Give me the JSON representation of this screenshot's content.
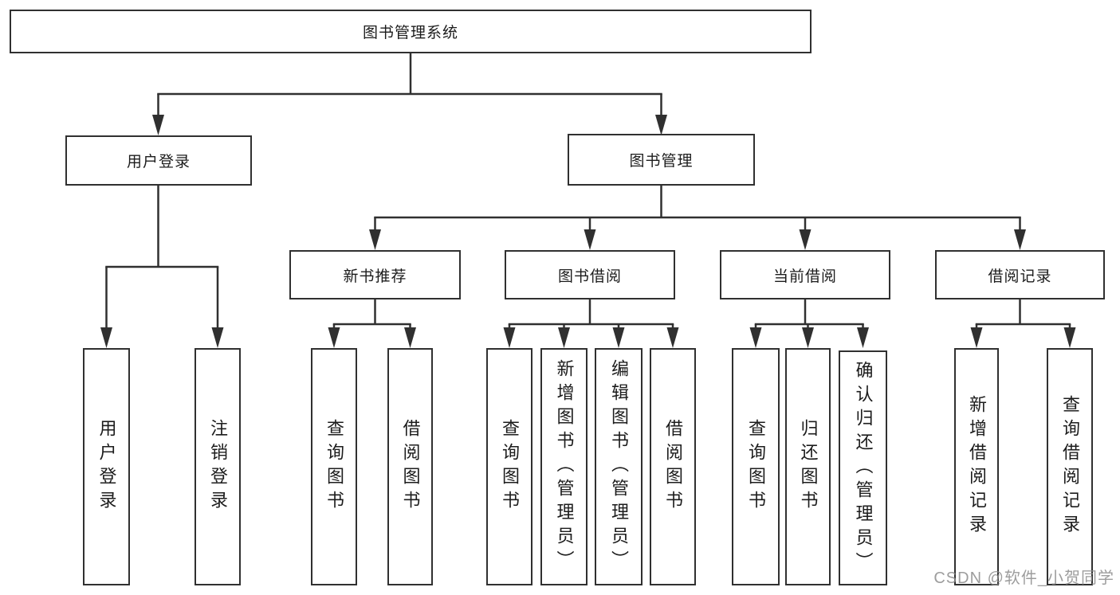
{
  "colors": {
    "line": "#303030",
    "box_border": "#303030",
    "box_fill": "#ffffff",
    "text": "#1c1c1c",
    "watermark_text_color": "#8c8c8c"
  },
  "tree": {
    "label": "图书管理系统",
    "children": [
      {
        "label": "用户登录",
        "children": [
          {
            "label": "用户登录"
          },
          {
            "label": "注销登录"
          }
        ]
      },
      {
        "label": "图书管理",
        "children": [
          {
            "label": "新书推荐",
            "children": [
              {
                "label": "查询图书"
              },
              {
                "label": "借阅图书"
              }
            ]
          },
          {
            "label": "图书借阅",
            "children": [
              {
                "label": "查询图书"
              },
              {
                "label": "新增图书（管理员）"
              },
              {
                "label": "编辑图书（管理员）"
              },
              {
                "label": "借阅图书"
              }
            ]
          },
          {
            "label": "当前借阅",
            "children": [
              {
                "label": "查询图书"
              },
              {
                "label": "归还图书"
              },
              {
                "label": "确认归还（管理员）"
              }
            ]
          },
          {
            "label": "借阅记录",
            "children": [
              {
                "label": "新增借阅记录"
              },
              {
                "label": "查询借阅记录"
              }
            ]
          }
        ]
      }
    ]
  },
  "watermark": {
    "text": "CSDN @软件_小贺同学"
  }
}
